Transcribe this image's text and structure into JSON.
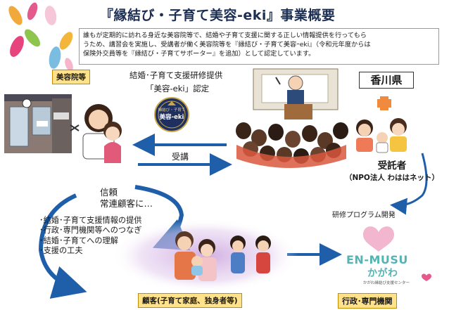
{
  "title": "『縁結び・子育て美容-eki』事業概要",
  "intro": {
    "lines": [
      "誰もが定期的に訪れる身近な美容院等で、結婚や子育て支援に関する正しい情報提供を行ってもら",
      "うため、講習会を実施し、受講者が働く美容院等を『縁結び・子育て美容ｰeki』（令和元年度からは",
      "保険外交員等を『縁結び・子育てサポーター』を追加）として認定しています。"
    ]
  },
  "salon": {
    "tag": "美容院等"
  },
  "certification": {
    "line1": "結婚･子育て支援研修提供",
    "line2": "「美容-eki」認定",
    "badge_text": "美容-eki",
    "badge_top": "縁結び・子育て"
  },
  "arrows": {
    "jukou": "受講",
    "program": "研修プログラム開発"
  },
  "prefecture": {
    "name": "香川県"
  },
  "trustee": {
    "title": "受託者",
    "org": "（NPO法人 わははネット）"
  },
  "trust": {
    "line1": "信頼",
    "line2": "常連顧客に…"
  },
  "bullets": [
    "･結婚･子育て支援情報の提供",
    "･行政･専門機関等へのつなぎ",
    "･結婚･子育てへの理解",
    "･支援の工夫"
  ],
  "customers": {
    "tag": "顧客(子育て家庭、独身者等)"
  },
  "agency": {
    "tag": "行政･専門機関",
    "logo_top": "EN-MUSU",
    "logo_bottom": "かがわ",
    "logo_sub": "かがわ縁結び支援センター"
  },
  "colors": {
    "title": "#1c2f52",
    "arrow_blue": "#1f5faa",
    "tag_fill": "#ffe28a",
    "glow": "#d7b8e6",
    "plus": "#f08a3c",
    "logo_teal": "#55b3b4"
  }
}
